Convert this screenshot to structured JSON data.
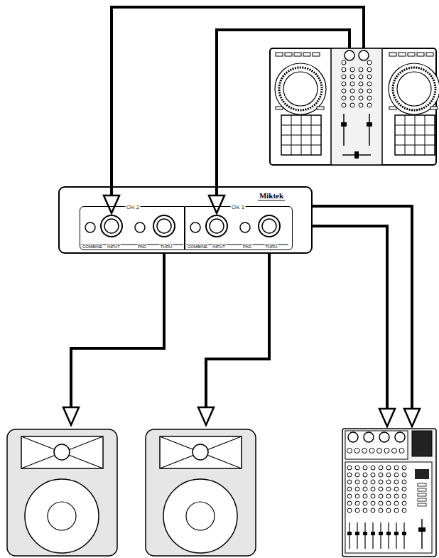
{
  "diagram": {
    "nodes": [
      {
        "text": [
          "Miktek"
        ]
      },
      {
        "text": [
          "CH. 2",
          "COMBINE",
          "INPUT",
          "PAD",
          "THRU"
        ],
        "in": 0
      },
      {
        "text": [
          "CH. 1",
          "COMBINE",
          "INPUT",
          "PAD",
          "THRU"
        ],
        "in": 0
      }
    ]
  }
}
